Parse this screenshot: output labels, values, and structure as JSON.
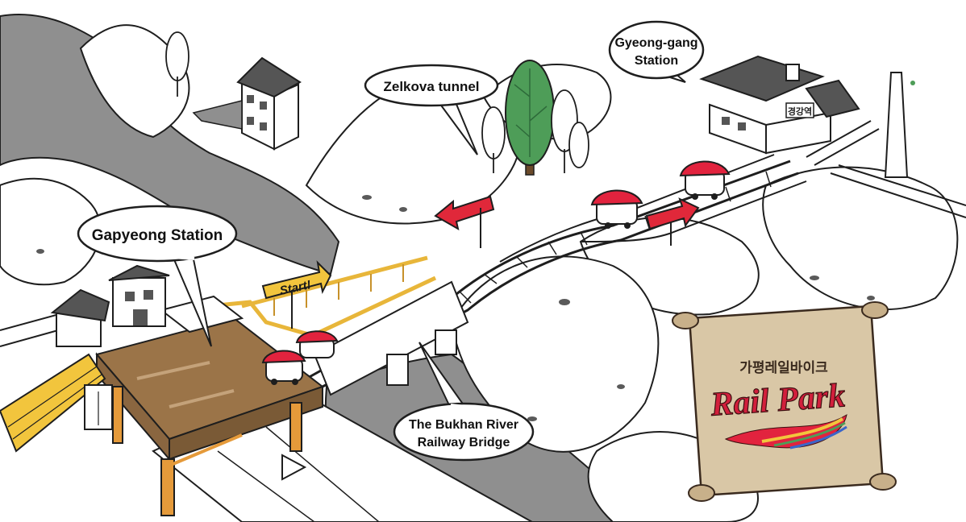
{
  "labels": {
    "gapyeong_station": "Gapyeong Station",
    "zelkova_tunnel": "Zelkova tunnel",
    "gyeonggang_line1": "Gyeong-gang",
    "gyeonggang_line2": "Station",
    "bridge_line1": "The Bukhan River",
    "bridge_line2": "Railway Bridge",
    "start_sign": "Start!"
  },
  "logo": {
    "korean_title": "가평레일바이크",
    "brand_name": "Rail Park"
  },
  "station_sign": "경강역",
  "colors": {
    "river": "#8f8f8f",
    "land": "#ffffff",
    "outline": "#1e1e1e",
    "railbike": "#e2233e",
    "direction_arrow": "#e0283a",
    "platform": "#9b7448",
    "platform_support": "#e59a3a",
    "railing": "#e8b63a",
    "start_sign": "#f2c53d",
    "tree": "#4e9d58",
    "scroll": "#d9c7a6",
    "roof": "#555555"
  },
  "icons": {
    "direction_arrows": [
      "left-arrow-icon",
      "right-arrow-icon"
    ],
    "road_marking": "triangle-road-marking-icon"
  }
}
